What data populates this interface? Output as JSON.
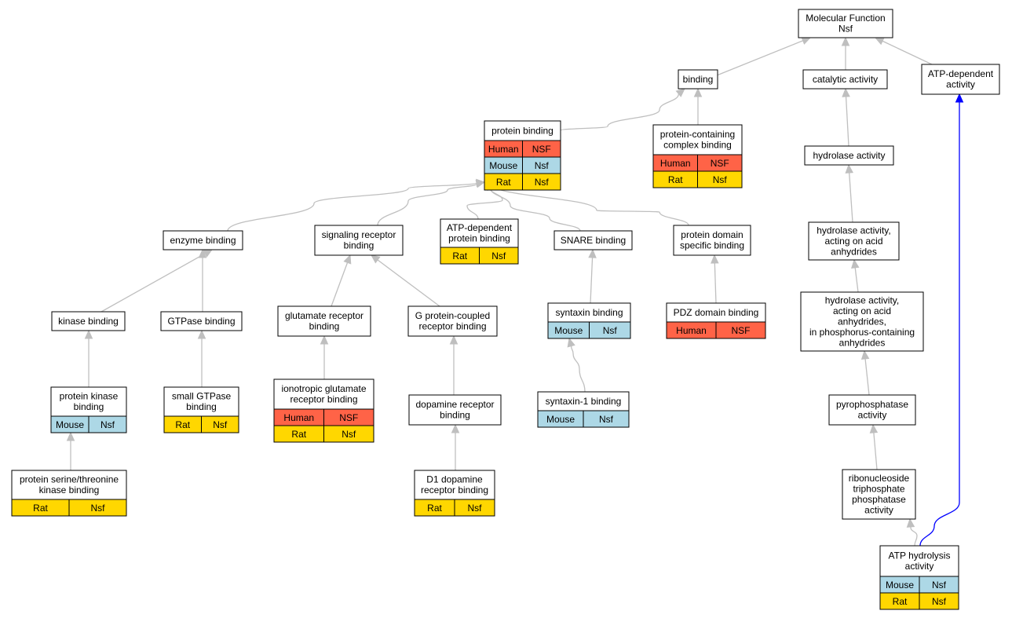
{
  "colors": {
    "edge": "#bfbfbf",
    "edge_highlight": "#0000ff",
    "Human": "#ff6347",
    "Mouse": "#add8e6",
    "Rat": "#ffd700",
    "node_fill": "#ffffff",
    "stroke": "#000000"
  },
  "nodes": [
    {
      "id": "mf",
      "lines": [
        "Molecular Function",
        "Nsf"
      ],
      "rows": []
    },
    {
      "id": "binding",
      "lines": [
        "binding"
      ],
      "rows": []
    },
    {
      "id": "catalytic",
      "lines": [
        "catalytic activity"
      ],
      "rows": []
    },
    {
      "id": "atpdep",
      "lines": [
        "ATP-dependent",
        "activity"
      ],
      "rows": []
    },
    {
      "id": "protein_binding",
      "lines": [
        "protein binding"
      ],
      "rows": [
        {
          "species": "Human",
          "gene": "NSF"
        },
        {
          "species": "Mouse",
          "gene": "Nsf"
        },
        {
          "species": "Rat",
          "gene": "Nsf"
        }
      ]
    },
    {
      "id": "pccb",
      "lines": [
        "protein-containing",
        "complex binding"
      ],
      "rows": [
        {
          "species": "Human",
          "gene": "NSF"
        },
        {
          "species": "Rat",
          "gene": "Nsf"
        }
      ]
    },
    {
      "id": "hydrolase",
      "lines": [
        "hydrolase activity"
      ],
      "rows": []
    },
    {
      "id": "enzyme",
      "lines": [
        "enzyme binding"
      ],
      "rows": []
    },
    {
      "id": "signaling",
      "lines": [
        "signaling receptor",
        "binding"
      ],
      "rows": []
    },
    {
      "id": "atpdep_pb",
      "lines": [
        "ATP-dependent",
        "protein binding"
      ],
      "rows": [
        {
          "species": "Rat",
          "gene": "Nsf"
        }
      ]
    },
    {
      "id": "snare",
      "lines": [
        "SNARE binding"
      ],
      "rows": []
    },
    {
      "id": "pdsb",
      "lines": [
        "protein domain",
        "specific binding"
      ],
      "rows": []
    },
    {
      "id": "hyd_acid",
      "lines": [
        "hydrolase activity,",
        "acting on acid",
        "anhydrides"
      ],
      "rows": []
    },
    {
      "id": "hyd_p",
      "lines": [
        "hydrolase activity,",
        "acting on acid",
        "anhydrides,",
        "in phosphorus-containing",
        "anhydrides"
      ],
      "rows": []
    },
    {
      "id": "kinase",
      "lines": [
        "kinase binding"
      ],
      "rows": []
    },
    {
      "id": "gtpase",
      "lines": [
        "GTPase binding"
      ],
      "rows": []
    },
    {
      "id": "glutamate",
      "lines": [
        "glutamate receptor",
        "binding"
      ],
      "rows": []
    },
    {
      "id": "gpcr",
      "lines": [
        "G protein-coupled",
        "receptor binding"
      ],
      "rows": []
    },
    {
      "id": "syntaxin",
      "lines": [
        "syntaxin binding"
      ],
      "rows": [
        {
          "species": "Mouse",
          "gene": "Nsf"
        }
      ]
    },
    {
      "id": "pdz",
      "lines": [
        "PDZ domain binding"
      ],
      "rows": [
        {
          "species": "Human",
          "gene": "NSF"
        }
      ]
    },
    {
      "id": "ionotropic",
      "lines": [
        "ionotropic glutamate",
        "receptor binding"
      ],
      "rows": [
        {
          "species": "Human",
          "gene": "NSF"
        },
        {
          "species": "Rat",
          "gene": "Nsf"
        }
      ]
    },
    {
      "id": "dopamine",
      "lines": [
        "dopamine receptor",
        "binding"
      ],
      "rows": []
    },
    {
      "id": "syntaxin1",
      "lines": [
        "syntaxin-1 binding"
      ],
      "rows": [
        {
          "species": "Mouse",
          "gene": "Nsf"
        }
      ]
    },
    {
      "id": "pkb",
      "lines": [
        "protein kinase",
        "binding"
      ],
      "rows": [
        {
          "species": "Mouse",
          "gene": "Nsf"
        }
      ]
    },
    {
      "id": "sgtpase",
      "lines": [
        "small GTPase",
        "binding"
      ],
      "rows": [
        {
          "species": "Rat",
          "gene": "Nsf"
        }
      ]
    },
    {
      "id": "pyro",
      "lines": [
        "pyrophosphatase",
        "activity"
      ],
      "rows": []
    },
    {
      "id": "d1",
      "lines": [
        "D1 dopamine",
        "receptor binding"
      ],
      "rows": [
        {
          "species": "Rat",
          "gene": "Nsf"
        }
      ]
    },
    {
      "id": "pstkb",
      "lines": [
        "protein serine/threonine",
        "kinase binding"
      ],
      "rows": [
        {
          "species": "Rat",
          "gene": "Nsf"
        }
      ]
    },
    {
      "id": "rntp",
      "lines": [
        "ribonucleoside",
        "triphosphate",
        "phosphatase",
        "activity"
      ],
      "rows": []
    },
    {
      "id": "atph",
      "lines": [
        "ATP hydrolysis",
        "activity"
      ],
      "rows": [
        {
          "species": "Mouse",
          "gene": "Nsf"
        },
        {
          "species": "Rat",
          "gene": "Nsf"
        }
      ]
    }
  ],
  "edges": [
    {
      "from": "binding",
      "to": "mf"
    },
    {
      "from": "catalytic",
      "to": "mf"
    },
    {
      "from": "atpdep",
      "to": "mf"
    },
    {
      "from": "protein_binding",
      "to": "binding"
    },
    {
      "from": "pccb",
      "to": "binding"
    },
    {
      "from": "hydrolase",
      "to": "catalytic"
    },
    {
      "from": "enzyme",
      "to": "protein_binding"
    },
    {
      "from": "signaling",
      "to": "protein_binding"
    },
    {
      "from": "atpdep_pb",
      "to": "protein_binding"
    },
    {
      "from": "snare",
      "to": "protein_binding"
    },
    {
      "from": "pdsb",
      "to": "protein_binding"
    },
    {
      "from": "hyd_acid",
      "to": "hydrolase"
    },
    {
      "from": "hyd_p",
      "to": "hyd_acid"
    },
    {
      "from": "kinase",
      "to": "enzyme"
    },
    {
      "from": "gtpase",
      "to": "enzyme"
    },
    {
      "from": "glutamate",
      "to": "signaling"
    },
    {
      "from": "gpcr",
      "to": "signaling"
    },
    {
      "from": "syntaxin",
      "to": "snare"
    },
    {
      "from": "pdz",
      "to": "pdsb"
    },
    {
      "from": "ionotropic",
      "to": "glutamate"
    },
    {
      "from": "dopamine",
      "to": "gpcr"
    },
    {
      "from": "syntaxin1",
      "to": "syntaxin"
    },
    {
      "from": "pkb",
      "to": "kinase"
    },
    {
      "from": "sgtpase",
      "to": "gtpase"
    },
    {
      "from": "pyro",
      "to": "hyd_p"
    },
    {
      "from": "d1",
      "to": "dopamine"
    },
    {
      "from": "pstkb",
      "to": "pkb"
    },
    {
      "from": "rntp",
      "to": "pyro"
    },
    {
      "from": "atph",
      "to": "rntp"
    },
    {
      "from": "atph",
      "to": "atpdep",
      "highlight": true
    }
  ]
}
